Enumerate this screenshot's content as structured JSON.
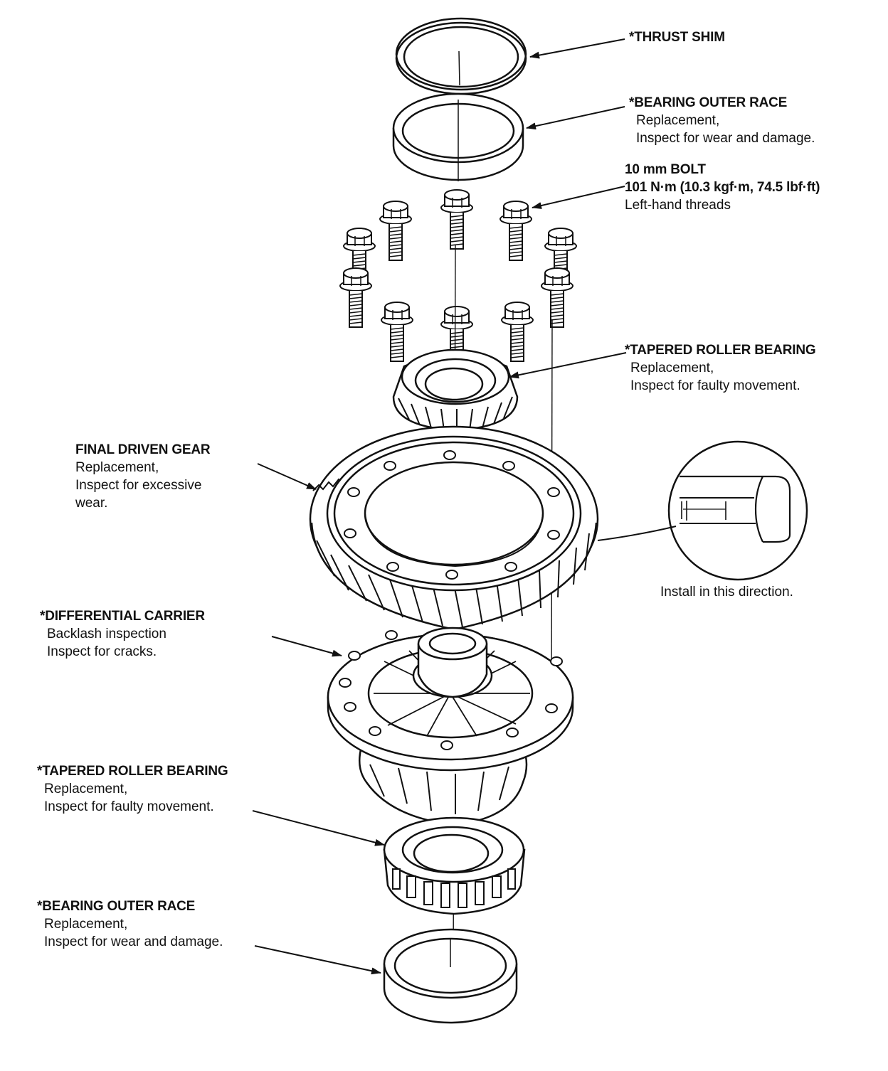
{
  "labels": {
    "thrust_shim": {
      "title": "*THRUST SHIM"
    },
    "bearing_outer_race_top": {
      "title": "*BEARING OUTER RACE",
      "lines": [
        "Replacement,",
        "Inspect for wear and damage."
      ]
    },
    "bolt": {
      "title": "10 mm BOLT",
      "torque": "101 N·m (10.3 kgf·m, 74.5 lbf·ft)",
      "note": "Left-hand threads"
    },
    "tapered_roller_bearing_top": {
      "title": "*TAPERED ROLLER BEARING",
      "lines": [
        "Replacement,",
        "Inspect for faulty movement."
      ]
    },
    "final_driven_gear": {
      "title": "FINAL DRIVEN GEAR",
      "lines": [
        "Replacement,",
        "Inspect for excessive",
        "wear."
      ]
    },
    "install_direction": {
      "text": "Install in this direction."
    },
    "differential_carrier": {
      "title": "*DIFFERENTIAL CARRIER",
      "lines": [
        "Backlash inspection",
        "Inspect for cracks."
      ]
    },
    "tapered_roller_bearing_bottom": {
      "title": "*TAPERED ROLLER BEARING",
      "lines": [
        "Replacement,",
        "Inspect for faulty movement."
      ]
    },
    "bearing_outer_race_bottom": {
      "title": "*BEARING OUTER RACE",
      "lines": [
        "Replacement,",
        "Inspect for wear and damage."
      ]
    }
  }
}
